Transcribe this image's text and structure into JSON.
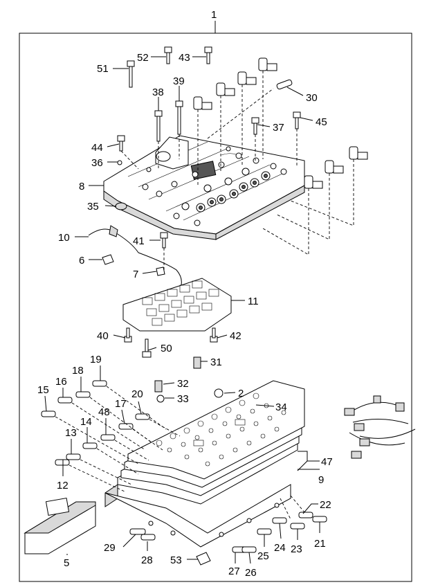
{
  "callouts": {
    "c1": "1",
    "c2": "2",
    "c5": "5",
    "c6": "6",
    "c7": "7",
    "c8": "8",
    "c9": "9",
    "c10": "10",
    "c11": "11",
    "c12": "12",
    "c13": "13",
    "c14": "14",
    "c15": "15",
    "c16": "16",
    "c17": "17",
    "c18": "18",
    "c19": "19",
    "c20": "20",
    "c21": "21",
    "c22": "22",
    "c23": "23",
    "c24": "24",
    "c25": "25",
    "c26": "26",
    "c27": "27",
    "c28": "28",
    "c29": "29",
    "c30": "30",
    "c31": "31",
    "c32": "32",
    "c33": "33",
    "c34": "34",
    "c35": "35",
    "c36": "36",
    "c37": "37",
    "c38": "38",
    "c39": "39",
    "c40": "40",
    "c41": "41",
    "c42": "42",
    "c43": "43",
    "c44": "44",
    "c45": "45",
    "c47": "47",
    "c48": "48",
    "c50": "50",
    "c51": "51",
    "c52": "52",
    "c53": "53"
  }
}
